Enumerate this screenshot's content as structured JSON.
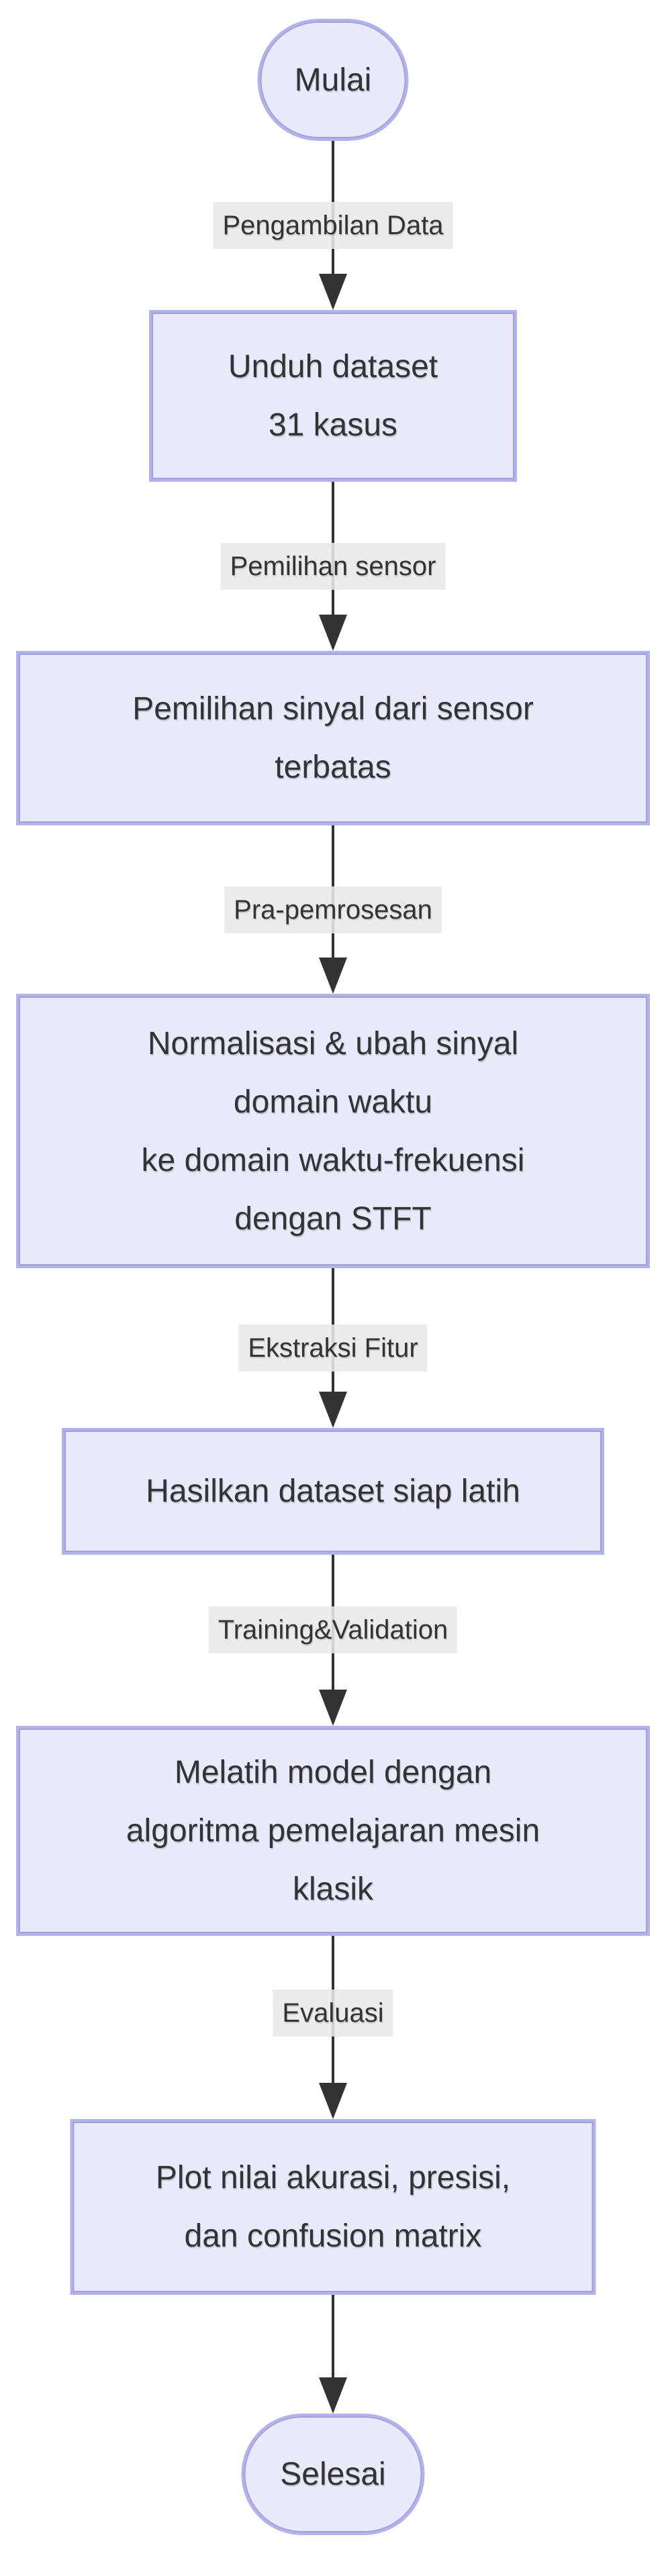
{
  "diagram": {
    "type": "flowchart-top-down",
    "colors": {
      "bg": "#ffffff",
      "node_fill": "#e9e9fb",
      "node_border": "#b3b3ec",
      "node_border_inner": "#9f9fdc",
      "text_color": "#333333",
      "edge_color": "#333333",
      "label_bg": "rgba(232,232,232,0.88)"
    },
    "nodes": [
      {
        "id": "start",
        "shape": "stadium",
        "lines": [
          "Mulai"
        ]
      },
      {
        "id": "download-dataset",
        "shape": "rect",
        "lines": [
          "Unduh dataset",
          "31 kasus"
        ]
      },
      {
        "id": "sensor-signal-selection",
        "shape": "rect",
        "lines": [
          "Pemilihan sinyal dari sensor",
          "terbatas"
        ]
      },
      {
        "id": "preprocessing-stft",
        "shape": "rect",
        "lines": [
          "Normalisasi & ubah sinyal",
          "domain waktu",
          "ke domain waktu-frekuensi",
          "dengan STFT"
        ]
      },
      {
        "id": "dataset-ready",
        "shape": "rect",
        "lines": [
          "Hasilkan dataset siap latih"
        ]
      },
      {
        "id": "train-model",
        "shape": "rect",
        "lines": [
          "Melatih model dengan",
          "algoritma pemelajaran mesin",
          "klasik"
        ]
      },
      {
        "id": "plot-results",
        "shape": "rect",
        "lines": [
          "Plot nilai akurasi, presisi,",
          "dan confusion matrix"
        ]
      },
      {
        "id": "end",
        "shape": "stadium",
        "lines": [
          "Selesai"
        ]
      }
    ],
    "edges": [
      {
        "from": "start",
        "to": "download-dataset",
        "label": "Pengambilan Data"
      },
      {
        "from": "download-dataset",
        "to": "sensor-signal-selection",
        "label": "Pemilihan sensor"
      },
      {
        "from": "sensor-signal-selection",
        "to": "preprocessing-stft",
        "label": "Pra-pemrosesan"
      },
      {
        "from": "preprocessing-stft",
        "to": "dataset-ready",
        "label": "Ekstraksi Fitur"
      },
      {
        "from": "dataset-ready",
        "to": "train-model",
        "label": "Training&Validation"
      },
      {
        "from": "train-model",
        "to": "plot-results",
        "label": "Evaluasi"
      },
      {
        "from": "plot-results",
        "to": "end",
        "label": ""
      }
    ]
  }
}
